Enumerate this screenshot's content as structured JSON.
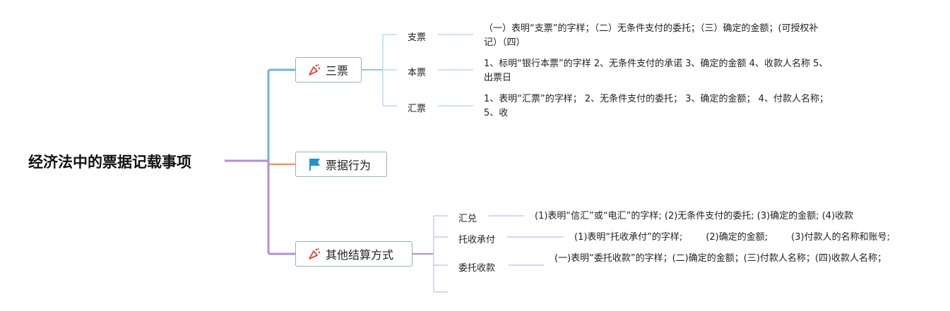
{
  "root": "经济法中的票据记载事项",
  "branches": {
    "sanpiao": {
      "label": "三票",
      "icon": "party-popper-icon",
      "children": [
        {
          "label": "支票",
          "detail": "（一）表明“支票”的字样；（二）无条件支付的委托；（三）确定的金额；(可授权补记）（四）"
        },
        {
          "label": "本票",
          "detail": "1、标明“银行本票”的字样 2、无条件支付的承诺 3、确定的金额 4、收款人名称 5、出票日"
        },
        {
          "label": "汇票",
          "detail": "1、表明“汇票”的字样； 2、无条件支付的委托； 3、确定的金额； 4、付款人名称； 5、收"
        }
      ]
    },
    "piaojuxingwei": {
      "label": "票据行为",
      "icon": "flag-icon"
    },
    "qita": {
      "label": "其他结算方式",
      "icon": "party-popper-icon",
      "children": [
        {
          "label": "汇兑",
          "detail": "(1)表明“信汇”或“电汇”的字样; (2)无条件支付的委托; (3)确定的金额; (4)收款"
        },
        {
          "label": "托收承付",
          "detail": "(1)表明“托收承付”的字样;        (2)确定的金额;        (3)付款人的名称和账号;"
        },
        {
          "label": "委托收款",
          "detail": "(一)表明“委托收款”的字样；(二)确定的金额；(三)付款人名称；(四)收款人名称；"
        }
      ]
    }
  },
  "colors": {
    "root_line": "#b08fd8",
    "sanpiao_line": "#6fb3e0",
    "xingwei_line": "#f0945c",
    "qita_line": "#b08fd8",
    "sanpiao_children_line": "#b9dcef",
    "qita_children_line": "#d5c4ef",
    "node_border": "#8fb8ad",
    "flag": "#1f8fd6",
    "popper": "#e0443a"
  }
}
